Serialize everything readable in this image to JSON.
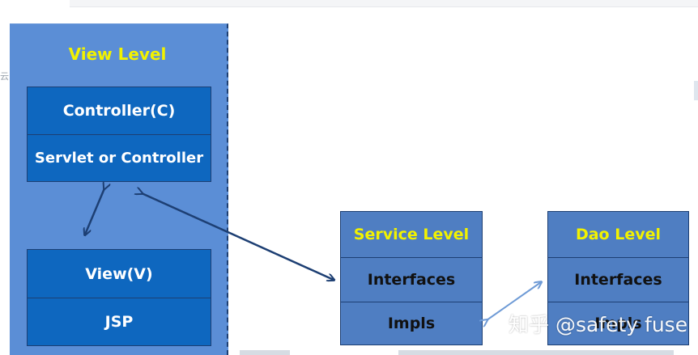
{
  "view_level": {
    "title": "View Level",
    "controller": {
      "header": "Controller(C)",
      "body": "Servlet  or  Controller"
    },
    "view": {
      "header": "View(V)",
      "body": "JSP"
    }
  },
  "service_level": {
    "title": "Service Level",
    "row1": "Interfaces",
    "row2": "Impls"
  },
  "dao_level": {
    "title": "Dao Level",
    "row1": "Interfaces",
    "row2": "Impls"
  },
  "watermark": "知乎 @safety fuse",
  "side_glyph": "云",
  "colors": {
    "container": "#5b8ed6",
    "box_dark": "#0e67bf",
    "box_mid": "#4f7ec2",
    "title": "#f2f200",
    "arrow": "#1d3f73"
  }
}
